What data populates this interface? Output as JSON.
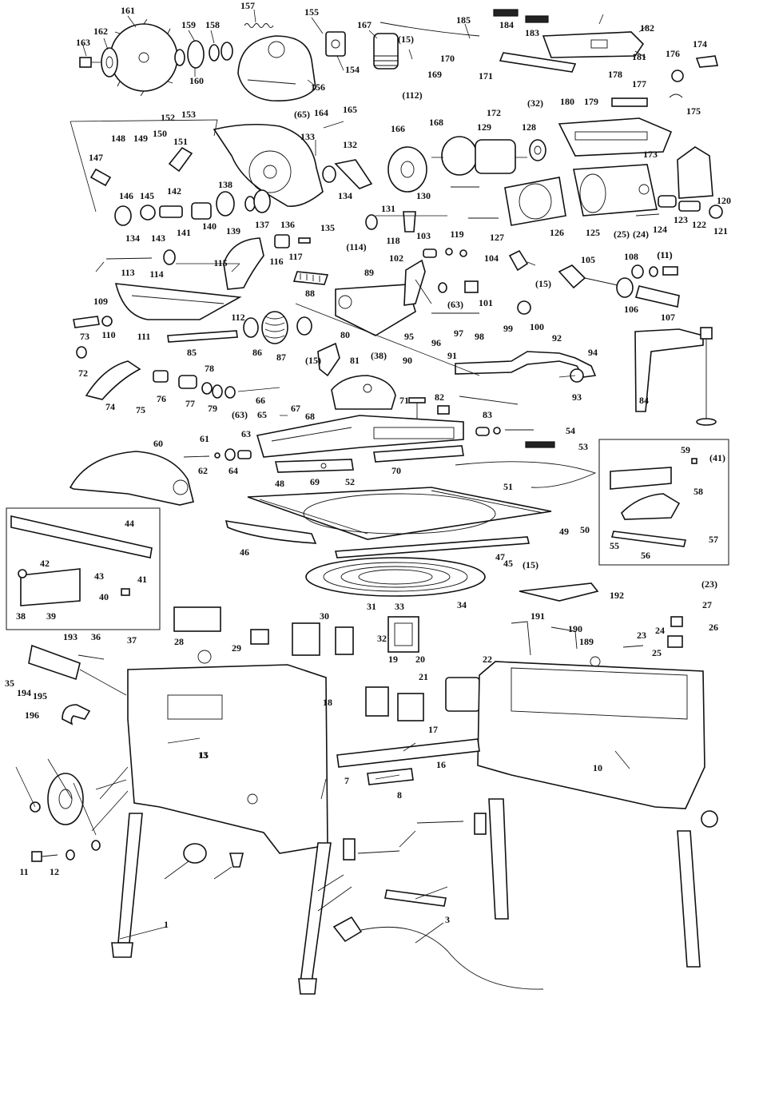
{
  "diagram": {
    "type": "exploded-parts-view",
    "callout_labels": [
      "1",
      "3",
      "7",
      "8",
      "10",
      "11",
      "12",
      "13",
      "15",
      "16",
      "17",
      "18",
      "19",
      "20",
      "21",
      "22",
      "23",
      "24",
      "25",
      "26",
      "27",
      "28",
      "29",
      "30",
      "31",
      "32",
      "33",
      "34",
      "35",
      "36",
      "37",
      "38",
      "39",
      "40",
      "41",
      "42",
      "43",
      "44",
      "45",
      "46",
      "47",
      "48",
      "49",
      "50",
      "51",
      "52",
      "53",
      "54",
      "55",
      "56",
      "57",
      "58",
      "59",
      "60",
      "61",
      "62",
      "63",
      "64",
      "65",
      "66",
      "67",
      "68",
      "69",
      "70",
      "71",
      "72",
      "73",
      "74",
      "75",
      "76",
      "77",
      "78",
      "79",
      "80",
      "81",
      "82",
      "83",
      "84",
      "85",
      "86",
      "87",
      "88",
      "89",
      "90",
      "91",
      "92",
      "93",
      "94",
      "95",
      "96",
      "97",
      "98",
      "99",
      "100",
      "101",
      "102",
      "103",
      "104",
      "105",
      "106",
      "107",
      "108",
      "109",
      "110",
      "111",
      "112",
      "113",
      "114",
      "115",
      "116",
      "117",
      "118",
      "119",
      "120",
      "121",
      "122",
      "123",
      "124",
      "125",
      "126",
      "127",
      "128",
      "129",
      "130",
      "131",
      "132",
      "133",
      "134",
      "135",
      "136",
      "137",
      "138",
      "139",
      "140",
      "141",
      "142",
      "143",
      "145",
      "146",
      "147",
      "148",
      "149",
      "150",
      "151",
      "152",
      "153",
      "154",
      "155",
      "156",
      "157",
      "158",
      "159",
      "160",
      "161",
      "162",
      "163",
      "164",
      "165",
      "166",
      "167",
      "168",
      "169",
      "170",
      "171",
      "172",
      "173",
      "174",
      "175",
      "176",
      "177",
      "178",
      "179",
      "180",
      "181",
      "182",
      "183",
      "184",
      "185",
      "189",
      "190",
      "191",
      "192",
      "193",
      "194",
      "195",
      "196",
      "(11)",
      "(15)",
      "(23)",
      "(24)",
      "(25)",
      "(32)",
      "(38)",
      "(41)",
      "(63)",
      "(65)",
      "(112)",
      "(114)"
    ]
  }
}
